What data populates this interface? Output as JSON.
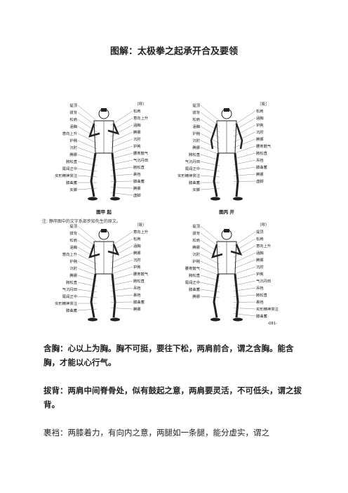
{
  "title": "图解：太极拳之起承开合及要领",
  "figure": {
    "note": "注: 静岸图中的文字系部步知先生的原文。",
    "page_mark": "-081-",
    "panels": [
      {
        "tag": "（呼）",
        "caption": "图甲  起",
        "left_labels": [
          "提顶",
          "拔背",
          "松肩",
          "涵胸",
          "意向上升",
          "护肫",
          "沉肘",
          "腾挪",
          "胯松直",
          "尾闾正中",
          "实形精神贯注",
          "膝曲蓄",
          "实脚"
        ],
        "right_labels": [
          "松肩",
          "意向上升",
          "涵胸",
          "腾挪",
          "沉肘",
          "护肫",
          "腰脊鼓气",
          "气沉丹田",
          "胯松直",
          "裹裆",
          "膝曲蓄",
          "腾挪",
          "虚脚"
        ]
      },
      {
        "tag": "［吸］",
        "caption": "图丙  开",
        "left_labels": [
          "提顶",
          "拔背",
          "松肩",
          "涵胸",
          "护肫",
          "沉肘",
          "腾挪",
          "胯松直",
          "气沉丹田",
          "尾闾正中",
          "实形精神贯注",
          "膝曲蓄",
          "实脚"
        ],
        "right_labels": [
          "松肩",
          "涵胸",
          "护肫",
          "沉肘",
          "腾挪",
          "腰脊鼓气",
          "胯松直",
          "吊裆",
          "膝曲蓄",
          "腾挪",
          "虚脚"
        ]
      },
      {
        "tag": "（吸）",
        "caption": "",
        "left_labels": [
          "提顶",
          "拔背",
          "松肩",
          "涵胸",
          "意向上升",
          "护肫",
          "沉肘",
          "腾挪",
          "胯松直",
          "气沉丹田",
          "尾闾正中",
          "实形精神贯注",
          "膝曲蓄"
        ],
        "right_labels": [
          "意向上升",
          "松肩",
          "涵胸",
          "腾挪",
          "沉肘",
          "护肫",
          "腰脊鼓气",
          "胯松直",
          "吊裆",
          "裹裆",
          "膝曲蓄",
          "腾挪"
        ]
      },
      {
        "tag": "（呼）",
        "caption": "",
        "left_labels": [
          "提顶",
          "拔背",
          "松肩",
          "腾挪",
          "沉肘",
          "护肫",
          "腰脊鼓气",
          "胯松直",
          "尾闾正中",
          "膝曲蓄",
          "腾挪"
        ],
        "right_labels": [
          "提顶",
          "松肩",
          "意向上升",
          "涵胸",
          "腾挪",
          "沉肘",
          "护肫",
          "气沉丹田",
          "吊裆",
          "胯松直",
          "裹裆",
          "实形精神贯注",
          "膝曲蓄"
        ]
      }
    ]
  },
  "paragraphs": [
    {
      "term": "含胸：",
      "text": "心以上为胸。胸不可挺，要往下松，两肩前合，谓之含胸。能含胸，才能以心行气。",
      "bold": true
    },
    {
      "term": "拔背：",
      "text": "两肩中间脊骨处，似有鼓起之意，两肩要灵活，不可低头，谓之拔背。",
      "bold": true
    },
    {
      "term": "裹裆：",
      "text": "两膝着力，有向内之意，两腿如一条腿，能分虚实，谓之",
      "bold": false
    }
  ]
}
